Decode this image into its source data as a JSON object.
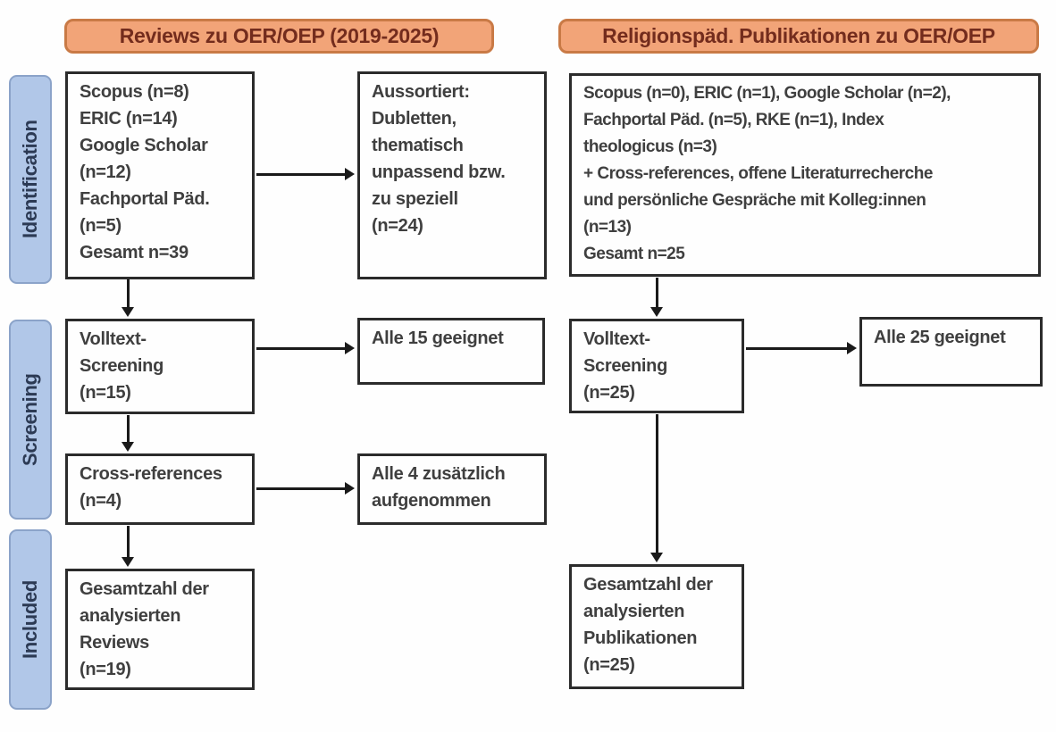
{
  "headers": {
    "left": "Reviews zu OER/OEP (2019-2025)",
    "right": "Religionspäd. Publikationen zu OER/OEP"
  },
  "stages": {
    "identification": "Identification",
    "screening": "Screening",
    "included": "Included"
  },
  "left": {
    "sources": "Scopus (n=8)\nERIC (n=14)\nGoogle Scholar\n(n=12)\nFachportal Päd.\n(n=5)\nGesamt n=39",
    "excluded": "Aussortiert:\nDubletten,\nthematisch\nunpassend bzw.\nzu speziell\n(n=24)",
    "screening": "Volltext-\nScreening\n(n=15)",
    "screening_result": "Alle 15 geeignet",
    "cross_references": "Cross-references\n(n=4)",
    "cross_references_result": "Alle 4 zusätzlich\naufgenommen",
    "included": "Gesamtzahl der\nanalysierten\nReviews\n(n=19)"
  },
  "right": {
    "sources": "Scopus (n=0), ERIC (n=1), Google Scholar (n=2),\nFachportal Päd. (n=5), RKE (n=1), Index\ntheologicus (n=3)\n+ Cross-references, offene Literaturrecherche\nund persönliche Gespräche mit Kolleg:innen\n(n=13)\nGesamt n=25",
    "screening": "Volltext-\nScreening\n(n=25)",
    "screening_result": "Alle 25 geeignet",
    "included": "Gesamtzahl der\nanalysierten\nPublikationen\n(n=25)"
  },
  "colors": {
    "header_fill": "#f2a478",
    "header_border": "#c97a46",
    "header_text": "#732c1d",
    "stage_fill": "#b1c7e8",
    "stage_border": "#8ba3c9",
    "stage_text": "#2c3a54",
    "box_border": "#2b2b2b",
    "box_text": "#3f3f3f",
    "arrow": "#1a1a1a",
    "background": "#fefefe"
  }
}
